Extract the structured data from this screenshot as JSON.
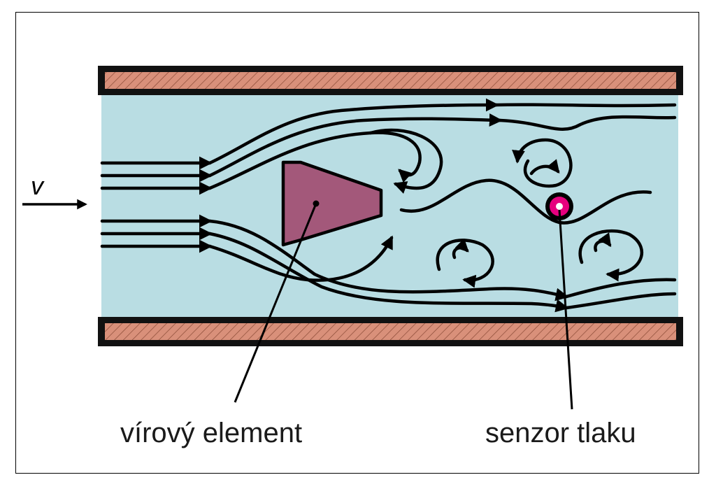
{
  "labels": {
    "velocity": "v",
    "vortex_element": "vírový element",
    "pressure_sensor": "senzor tlaku"
  },
  "colors": {
    "fluid": "#b9dde3",
    "pipe_wall": "#d9907a",
    "wall_outline": "#111111",
    "vortex_element": "#a3587a",
    "sensor_ring": "#e6007e",
    "sensor_center": "#ffffff"
  }
}
